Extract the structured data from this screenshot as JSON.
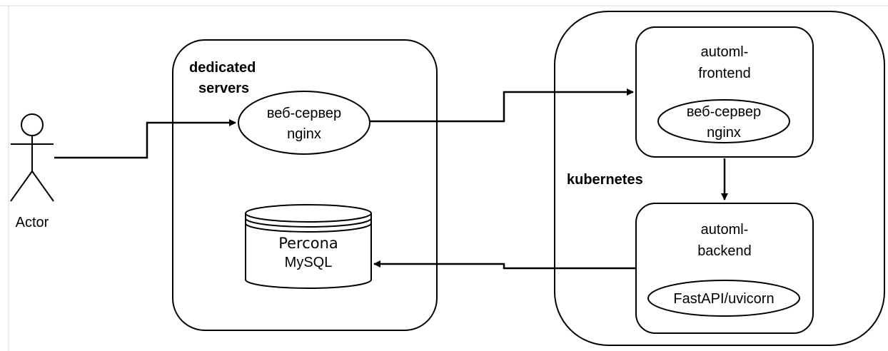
{
  "actor": {
    "label": "Actor"
  },
  "dedicated": {
    "title_line1": "dedicated",
    "title_line2": "servers",
    "webserver_line1": "веб-сервер",
    "webserver_line2": "nginx",
    "db_line1": "Percona",
    "db_line2": "MySQL"
  },
  "kubernetes": {
    "title": "kubernetes",
    "frontend": {
      "title_line1": "automl-",
      "title_line2": "frontend",
      "webserver_line1": "веб-сервер",
      "webserver_line2": "nginx"
    },
    "backend": {
      "title_line1": "automl-",
      "title_line2": "backend",
      "service": "FastAPI/uvicorn"
    }
  }
}
